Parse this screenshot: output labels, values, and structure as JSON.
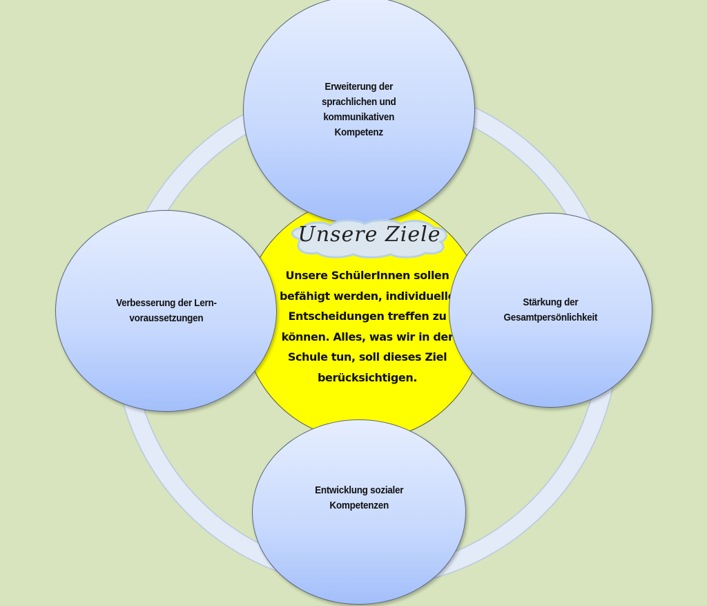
{
  "title": "Unsere Ziele",
  "center_text": "Unsere SchülerInnen sollen befähigt werden, individuelle Entscheidungen treffen zu können. Alles, was wir in der Schule tun, soll dieses Ziel berücksichtigen.",
  "goals": {
    "top": "Erweiterung der\nsprachlichen und\nkommunikativen\nKompetenz",
    "left": "Verbesserung der Lern-\nvoraussetzungen",
    "right": "Stärkung der\nGesamtpersönlichkeit",
    "bottom": "Entwicklung sozialer\nKompetenzen"
  },
  "colors": {
    "background": "#d7e4bd",
    "center": "#ffff00",
    "ring": "#dfe8f7",
    "node": "#c6d8fd"
  }
}
